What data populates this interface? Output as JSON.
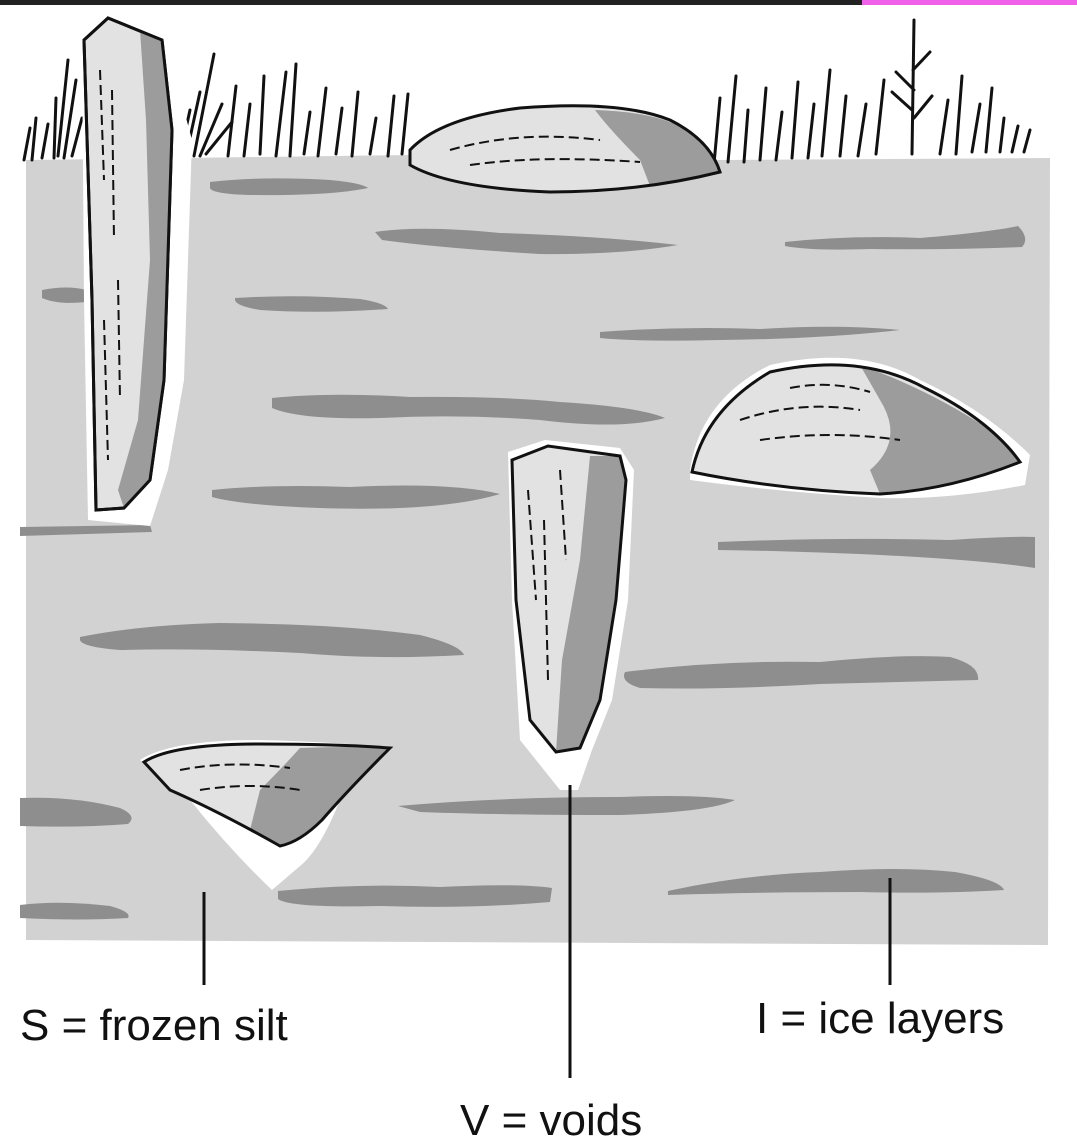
{
  "labels": {
    "silt": "S = frozen silt",
    "voids": "V = voids",
    "ice": "I = ice layers"
  },
  "colors": {
    "silt": "#d2d2d2",
    "ice": "#8e8e8e",
    "void": "#ffffff",
    "stone_light": "#e2e2e2",
    "stone_dark": "#9c9c9c",
    "outline": "#111111"
  }
}
